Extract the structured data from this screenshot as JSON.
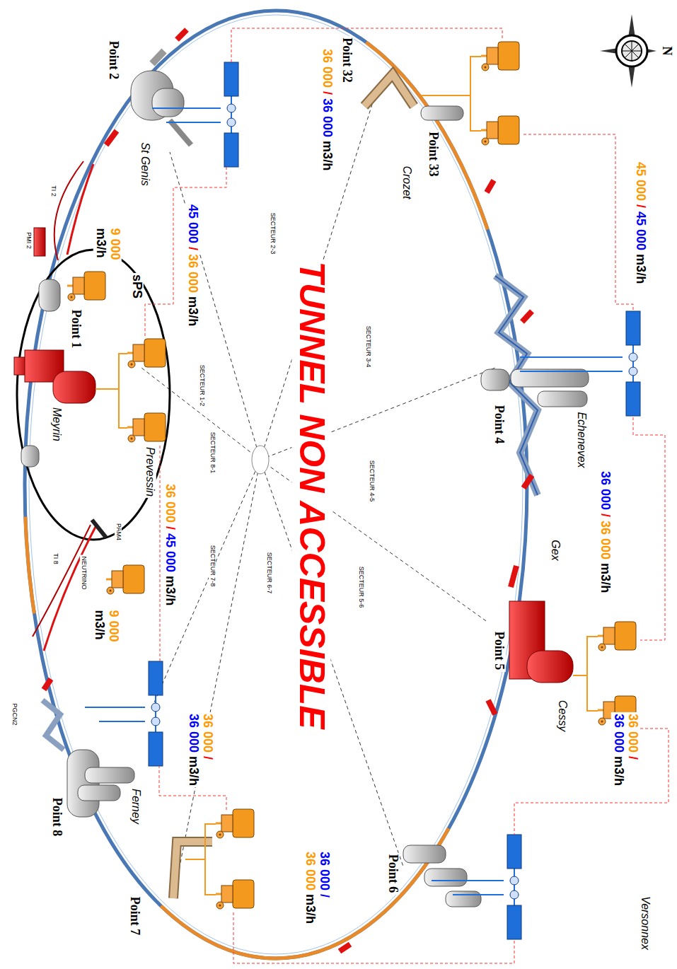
{
  "diagram": {
    "labels": [
      "N",
      "Point 32",
      "36 000",
      "/",
      "36 000",
      "m3/h",
      "Point 33",
      "Crozet",
      "45 000",
      "/",
      "45 000",
      "m3/h",
      "Point 4",
      "Echenevex",
      "36 000",
      "/",
      "36 000",
      "m3/h",
      "Gex",
      "Point 5",
      "Cessy",
      "36 000",
      "/",
      "36 000",
      "m3/h",
      "Versonnex",
      "36 000",
      "/",
      "36 000",
      "m3/h",
      "Point 6",
      "Point 7",
      "36 000",
      "/",
      "36 000",
      "m3/h",
      "Ferney",
      "Point 8",
      "PGCN2",
      "36 000",
      "/",
      "45 000",
      "m3/h",
      "9 000",
      "m3/h",
      "PAM4",
      "NEUTRINO",
      "TI 8",
      "Prevessin",
      "Meyrin",
      "Point 1",
      "sPS",
      "9 000",
      "m3/h",
      "45 000",
      "/",
      "36 000",
      "m3/h",
      "St Genis",
      "Point 2",
      "TI 2",
      "PMI 2",
      "TUNNEL NON ACCESSIBLE",
      "SECTEUR 2-3",
      "SECTEUR 3-4",
      "SECTEUR 1-2",
      "SECTEUR 8-1",
      "SECTEUR 4-5",
      "SECTEUR 7-8",
      "SECTEUR 6-7",
      "SECTEUR 5-6"
    ]
  }
}
